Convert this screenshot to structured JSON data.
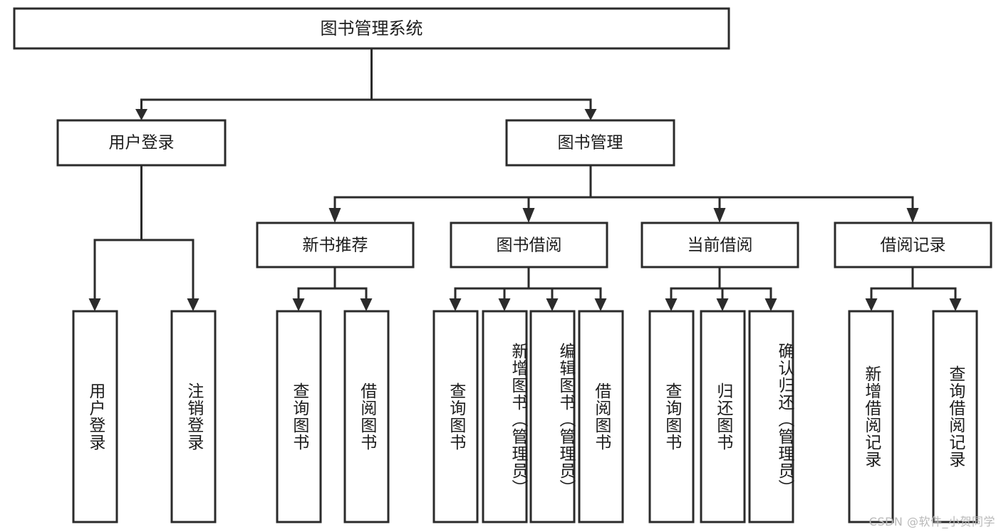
{
  "diagram": {
    "type": "tree",
    "title": "图书管理系统",
    "root": {
      "id": "root",
      "label": "图书管理系统"
    },
    "level2": [
      {
        "id": "user-login",
        "label": "用户登录"
      },
      {
        "id": "book-manage",
        "label": "图书管理"
      }
    ],
    "level3": [
      {
        "id": "new-book-recommend",
        "label": "新书推荐"
      },
      {
        "id": "book-borrow",
        "label": "图书借阅"
      },
      {
        "id": "current-borrow",
        "label": "当前借阅"
      },
      {
        "id": "borrow-record",
        "label": "借阅记录"
      }
    ],
    "leaves": [
      {
        "id": "leaf-user-login",
        "label": "用户登录"
      },
      {
        "id": "leaf-logout-login",
        "label": "注销登录"
      },
      {
        "id": "leaf-query-book-1",
        "label": "查询图书"
      },
      {
        "id": "leaf-borrow-book-1",
        "label": "借阅图书"
      },
      {
        "id": "leaf-query-book-2",
        "label": "查询图书"
      },
      {
        "id": "leaf-add-book-admin",
        "label": "新增图书（管理员）"
      },
      {
        "id": "leaf-edit-book-admin",
        "label": "编辑图书（管理员）"
      },
      {
        "id": "leaf-borrow-book-2",
        "label": "借阅图书"
      },
      {
        "id": "leaf-query-book-3",
        "label": "查询图书"
      },
      {
        "id": "leaf-return-book",
        "label": "归还图书"
      },
      {
        "id": "leaf-confirm-return-admin",
        "label": "确认归还（管理员）"
      },
      {
        "id": "leaf-add-borrow-record",
        "label": "新增借阅记录"
      },
      {
        "id": "leaf-query-borrow-record",
        "label": "查询借阅记录"
      }
    ],
    "colors": {
      "stroke": "#2b2b2b",
      "fill": "#ffffff",
      "text": "#1c1c1c",
      "watermark": "#b9b9b9",
      "background": "#ffffff"
    }
  },
  "watermark": {
    "text": "CSDN @软件_小贺同学"
  }
}
